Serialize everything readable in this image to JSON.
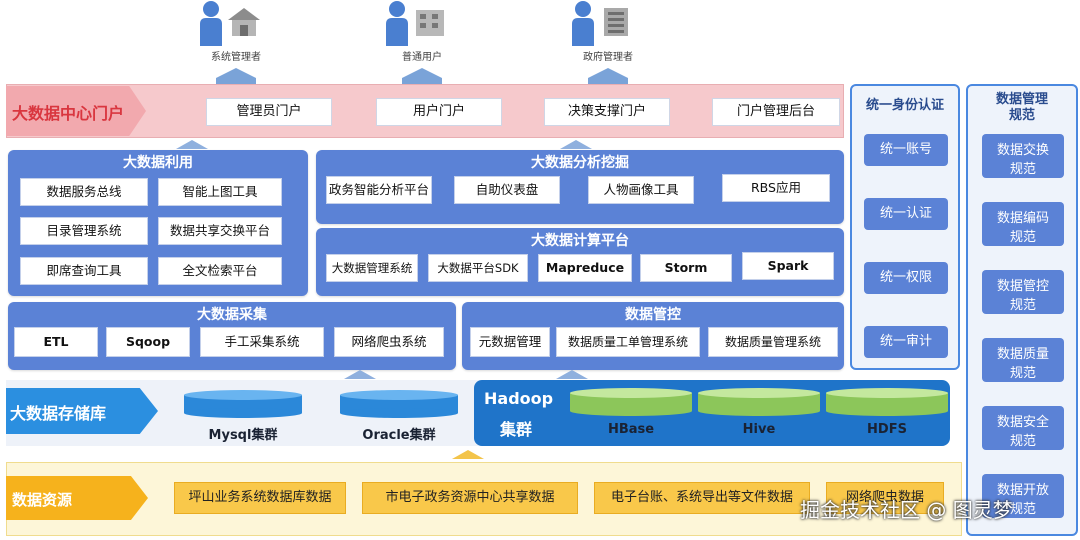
{
  "users": [
    {
      "label": "系统管理者",
      "icon": "admin-user-icon"
    },
    {
      "label": "普通用户",
      "icon": "normal-user-icon"
    },
    {
      "label": "政府管理者",
      "icon": "gov-user-icon"
    }
  ],
  "portal": {
    "title": "大数据中心门户",
    "items": [
      "管理员门户",
      "用户门户",
      "决策支撑门户",
      "门户管理后台"
    ]
  },
  "utilization": {
    "title": "大数据利用",
    "items": [
      "数据服务总线",
      "智能上图工具",
      "目录管理系统",
      "数据共享交换平台",
      "即席查询工具",
      "全文检索平台"
    ]
  },
  "analysis": {
    "title": "大数据分析挖掘",
    "items": [
      "政务智能分析平台",
      "自助仪表盘",
      "人物画像工具",
      "RBS应用"
    ]
  },
  "compute": {
    "title": "大数据计算平台",
    "items": [
      "大数据管理系统",
      "大数据平台SDK",
      "Mapreduce",
      "Storm",
      "Spark"
    ]
  },
  "collection": {
    "title": "大数据采集",
    "items": [
      "ETL",
      "Sqoop",
      "手工采集系统",
      "网络爬虫系统"
    ]
  },
  "governance": {
    "title": "数据管控",
    "items": [
      "元数据管理",
      "数据质量工单管理系统",
      "数据质量管理系统"
    ]
  },
  "storage": {
    "title": "大数据存储库",
    "dbs": [
      "Mysql集群",
      "Oracle集群"
    ],
    "hadoop_line1": "Hadoop",
    "hadoop_line2": "集群",
    "hadoop_dbs": [
      "HBase",
      "Hive",
      "HDFS"
    ]
  },
  "sources": {
    "title": "数据资源",
    "items": [
      "坪山业务系统数据库数据",
      "市电子政务资源中心共享数据",
      "电子台账、系统导出等文件数据",
      "网络爬虫数据"
    ]
  },
  "identity": {
    "title": "统一身份认证",
    "items": [
      "统一账号",
      "统一认证",
      "统一权限",
      "统一审计"
    ]
  },
  "data_mgmt": {
    "title_line1": "数据管理",
    "title_line2": "规范",
    "items": [
      {
        "l1": "数据交换",
        "l2": "规范"
      },
      {
        "l1": "数据编码",
        "l2": "规范"
      },
      {
        "l1": "数据管控",
        "l2": "规范"
      },
      {
        "l1": "数据质量",
        "l2": "规范"
      },
      {
        "l1": "数据安全",
        "l2": "规范"
      },
      {
        "l1": "数据开放",
        "l2": "规范"
      }
    ]
  },
  "watermark": "掘金技术社区 @ 图灵梦",
  "colors": {
    "panel_blue": "#5b82d6",
    "portal_pink": "#f6c9cc",
    "portal_red_text": "#d9363f",
    "storage_blue": "#2b8fe0",
    "hadoop_blue": "#1f74c9",
    "source_yellow": "#f9c84a",
    "hadoop_green": "#a8d870"
  }
}
